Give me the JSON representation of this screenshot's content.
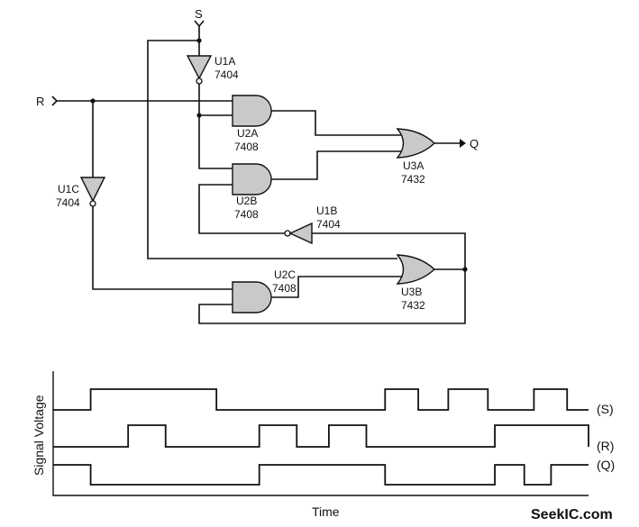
{
  "schematic": {
    "inputs": {
      "s": "S",
      "r": "R"
    },
    "output": {
      "q": "Q"
    },
    "gates": [
      {
        "name": "U1A",
        "part": "7404"
      },
      {
        "name": "U2A",
        "part": "7408"
      },
      {
        "name": "U2B",
        "part": "7408"
      },
      {
        "name": "U3A",
        "part": "7432"
      },
      {
        "name": "U1C",
        "part": "7404"
      },
      {
        "name": "U1B",
        "part": "7404"
      },
      {
        "name": "U2C",
        "part": "7408"
      },
      {
        "name": "U3B",
        "part": "7432"
      }
    ]
  },
  "timing": {
    "ylabel": "Signal Voltage",
    "xlabel": "Time",
    "signals": [
      {
        "label": "(S)",
        "transitions": [
          [
            0,
            0
          ],
          [
            0.07,
            1
          ],
          [
            0.305,
            0
          ],
          [
            0.62,
            1
          ],
          [
            0.682,
            0
          ],
          [
            0.738,
            1
          ],
          [
            0.812,
            0
          ],
          [
            0.898,
            1
          ],
          [
            0.96,
            0
          ]
        ]
      },
      {
        "label": "(R)",
        "transitions": [
          [
            0,
            0
          ],
          [
            0.14,
            1
          ],
          [
            0.21,
            0
          ],
          [
            0.385,
            1
          ],
          [
            0.455,
            0
          ],
          [
            0.515,
            1
          ],
          [
            0.585,
            0
          ],
          [
            0.825,
            1
          ],
          [
            1,
            0
          ]
        ]
      },
      {
        "label": "(Q)",
        "transitions": [
          [
            0,
            1
          ],
          [
            0.07,
            0
          ],
          [
            0.385,
            1
          ],
          [
            0.62,
            0
          ],
          [
            0.825,
            1
          ],
          [
            0.88,
            0
          ],
          [
            0.93,
            1
          ],
          [
            1,
            1
          ]
        ]
      }
    ]
  },
  "watermark": "SeekIC.com"
}
